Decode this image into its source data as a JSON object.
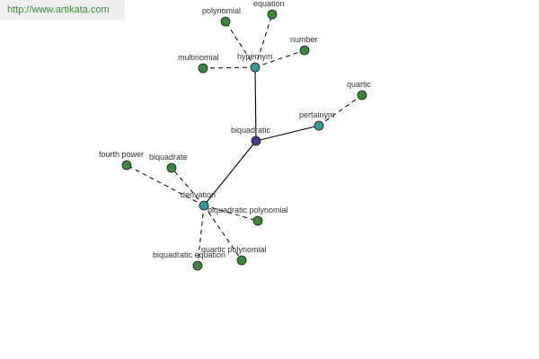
{
  "header": {
    "site_link": "http://www.artikata.com"
  },
  "colors": {
    "root_node": "#3c3c88",
    "relation_node": "#3a9898",
    "leaf_node": "#3c873c"
  },
  "graph": {
    "root": {
      "label": "biquadratic"
    },
    "relations": [
      {
        "label": "hypernym",
        "leaves": [
          "polynomial",
          "equation",
          "number",
          "multinomial"
        ]
      },
      {
        "label": "pertainym",
        "leaves": [
          "quartic"
        ]
      },
      {
        "label": "derivation",
        "leaves": [
          "fourth power",
          "biquadrate",
          "biquadratic polynomial",
          "quartic polynomial",
          "biquadratic equation"
        ]
      }
    ]
  }
}
